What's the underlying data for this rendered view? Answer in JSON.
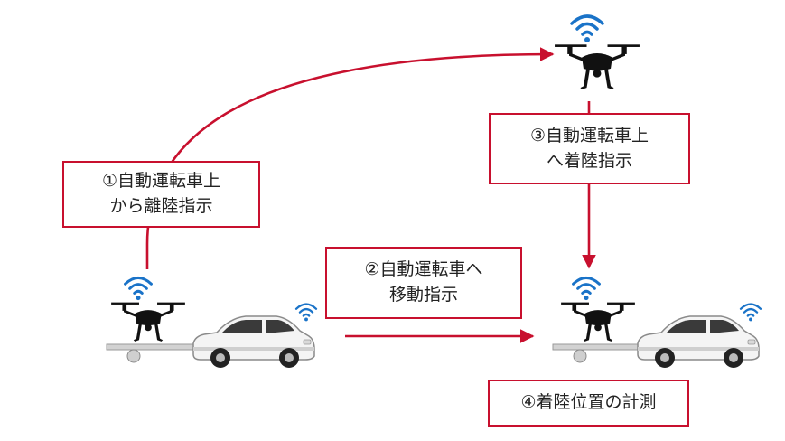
{
  "steps": {
    "step1": {
      "line1": "①自動運転車上",
      "line2": "から離陸指示"
    },
    "step2": {
      "line1": "②自動運転車へ",
      "line2": "移動指示"
    },
    "step3": {
      "line1": "③自動運転車上",
      "line2": "へ着陸指示"
    },
    "step4": {
      "line1": "④着陸位置の計測"
    }
  },
  "icons": {
    "drone": "drone-icon",
    "car": "car-icon",
    "wifi": "wifi-signal-icon",
    "trailer": "trailer-platform-icon"
  },
  "colors": {
    "arrow": "#c8102e",
    "box_border": "#c8102e",
    "wifi": "#1a73c8",
    "drone": "#111111"
  }
}
